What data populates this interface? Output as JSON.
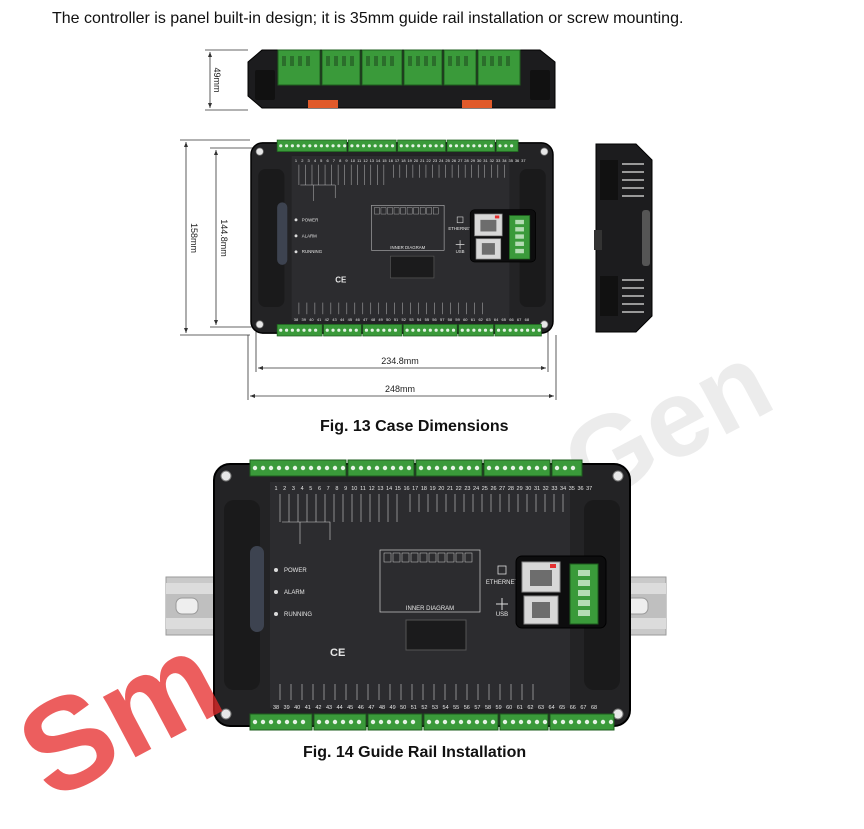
{
  "intro_text": "The controller is panel built-in design; it is 35mm guide rail installation or screw mounting.",
  "fig13": {
    "caption": "Fig. 13 Case Dimensions",
    "dim_height_side": "49mm",
    "dim_height_outer": "158mm",
    "dim_height_inner": "144.8mm",
    "dim_width_inner": "234.8mm",
    "dim_width_outer": "248mm"
  },
  "fig14": {
    "caption": "Fig. 14 Guide Rail Installation"
  },
  "panel": {
    "leds": [
      "POWER",
      "ALARM",
      "RUNNING"
    ],
    "ethernet": "ETHERNET",
    "usb": "USB",
    "inner_diagram": "INNER DIAGRAM",
    "ce": "CE",
    "top_terminals": [
      "1",
      "2",
      "3",
      "4",
      "5",
      "6",
      "7",
      "8",
      "9",
      "10",
      "11",
      "12",
      "13",
      "14",
      "15",
      "16",
      "17",
      "18",
      "19",
      "20",
      "21",
      "22",
      "23",
      "24",
      "25",
      "26",
      "27",
      "28",
      "29",
      "30",
      "31",
      "32",
      "33",
      "34",
      "35",
      "36",
      "37"
    ],
    "bottom_terminals": [
      "38",
      "39",
      "40",
      "41",
      "42",
      "43",
      "44",
      "45",
      "46",
      "47",
      "48",
      "49",
      "50",
      "51",
      "52",
      "53",
      "54",
      "55",
      "56",
      "57",
      "58",
      "59",
      "60",
      "61",
      "62",
      "63",
      "64",
      "65",
      "66",
      "67",
      "68"
    ]
  },
  "watermark": {
    "left": "Sm",
    "right": "Gen"
  }
}
